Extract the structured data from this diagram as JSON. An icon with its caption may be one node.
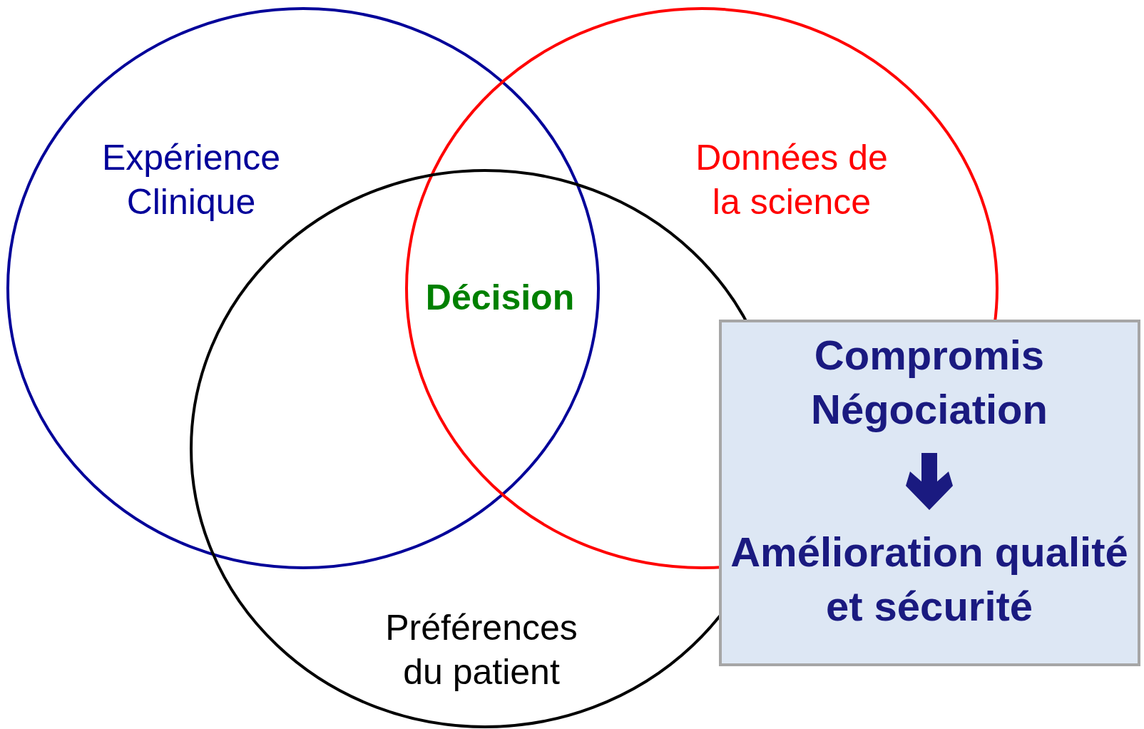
{
  "diagram": {
    "nodes": [
      {
        "text": [
          "Expérience Clinique"
        ]
      },
      {
        "text": [
          "Données de la science"
        ]
      },
      {
        "text": [
          "Préférences du patient"
        ]
      },
      {
        "text": [
          "Compromis Négociation",
          "Amélioration qualité et sécurité"
        ]
      }
    ],
    "labels": [
      "Décision"
    ]
  }
}
